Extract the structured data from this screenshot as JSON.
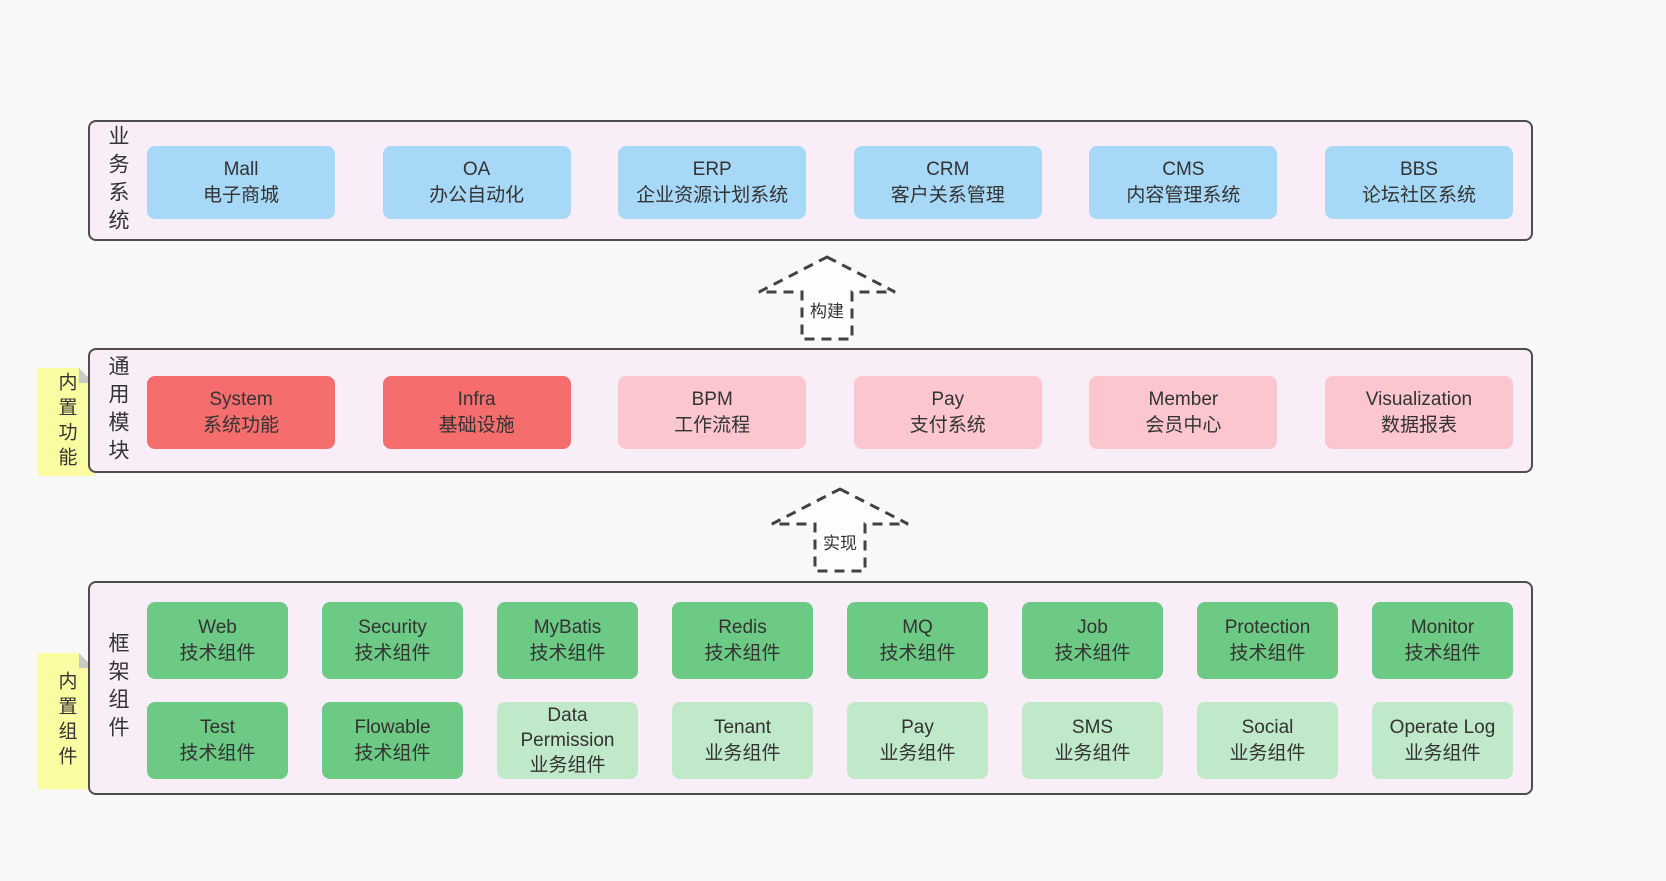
{
  "layers": {
    "business": {
      "label": "业务系统",
      "boxes": [
        {
          "title": "Mall",
          "subtitle": "电子商城"
        },
        {
          "title": "OA",
          "subtitle": "办公自动化"
        },
        {
          "title": "ERP",
          "subtitle": "企业资源计划系统"
        },
        {
          "title": "CRM",
          "subtitle": "客户关系管理"
        },
        {
          "title": "CMS",
          "subtitle": "内容管理系统"
        },
        {
          "title": "BBS",
          "subtitle": "论坛社区系统"
        }
      ]
    },
    "modules": {
      "label": "通用模块",
      "note": "内置功能",
      "boxes": [
        {
          "title": "System",
          "subtitle": "系统功能"
        },
        {
          "title": "Infra",
          "subtitle": "基础设施"
        },
        {
          "title": "BPM",
          "subtitle": "工作流程"
        },
        {
          "title": "Pay",
          "subtitle": "支付系统"
        },
        {
          "title": "Member",
          "subtitle": "会员中心"
        },
        {
          "title": "Visualization",
          "subtitle": "数据报表"
        }
      ]
    },
    "framework": {
      "label": "框架组件",
      "note": "内置组件",
      "row1": [
        {
          "title": "Web",
          "subtitle": "技术组件"
        },
        {
          "title": "Security",
          "subtitle": "技术组件"
        },
        {
          "title": "MyBatis",
          "subtitle": "技术组件"
        },
        {
          "title": "Redis",
          "subtitle": "技术组件"
        },
        {
          "title": "MQ",
          "subtitle": "技术组件"
        },
        {
          "title": "Job",
          "subtitle": "技术组件"
        },
        {
          "title": "Protection",
          "subtitle": "技术组件"
        },
        {
          "title": "Monitor",
          "subtitle": "技术组件"
        }
      ],
      "row2": [
        {
          "title": "Test",
          "subtitle": "技术组件"
        },
        {
          "title": "Flowable",
          "subtitle": "技术组件"
        },
        {
          "title": "Data Permission",
          "subtitle": "业务组件"
        },
        {
          "title": "Tenant",
          "subtitle": "业务组件"
        },
        {
          "title": "Pay",
          "subtitle": "业务组件"
        },
        {
          "title": "SMS",
          "subtitle": "业务组件"
        },
        {
          "title": "Social",
          "subtitle": "业务组件"
        },
        {
          "title": "Operate Log",
          "subtitle": "业务组件"
        }
      ]
    }
  },
  "arrows": {
    "build": "构建",
    "implement": "实现"
  },
  "colors": {
    "page_bg": "#f8f8f8",
    "panel_bg": "#f9edf7",
    "panel_border": "#4d4d4d",
    "blue_box": "#a7d8f7",
    "red_box": "#f56d6d",
    "pink_box": "#fbc6ce",
    "green_box": "#6dca84",
    "light_green_box": "#c0e9c9",
    "note_yellow": "#fbfba2",
    "note_fold": "#c9c9c9",
    "text": "#333333"
  }
}
